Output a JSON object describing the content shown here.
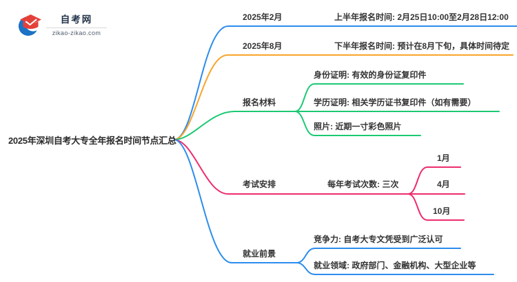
{
  "logo": {
    "site_name": "自考网",
    "site_url": "zikao-zikao.com",
    "icon": "graduation-cap-in-blue-crescent",
    "brand_blue": "#1c72c4",
    "brand_red": "#e4403a"
  },
  "colors": {
    "blue": "#2b8ced",
    "orange": "#f9a42a",
    "green": "#1bc972",
    "pink": "#ee2b6c",
    "text": "#333333"
  },
  "nodes": {
    "root": "2025年深圳自考大专全年报名时间节点汇总",
    "feb": {
      "label": "2025年2月",
      "child": "上半年报名时间: 2月25日10:00至2月28日12:00"
    },
    "aug": {
      "label": "2025年8月",
      "child": "下半年报名时间: 预计在8月下旬，具体时间待定"
    },
    "materials": {
      "label": "报名材料",
      "children": [
        "身份证明: 有效的身份证复印件",
        "学历证明: 相关学历证书复印件（如有需要）",
        "照片: 近期一寸彩色照片"
      ]
    },
    "exam": {
      "label": "考试安排",
      "count": "每年考试次数: 三次",
      "months": [
        "1月",
        "4月",
        "10月"
      ]
    },
    "career": {
      "label": "就业前景",
      "children": [
        "竞争力: 自考大专文凭受到广泛认可",
        "就业领域: 政府部门、金融机构、大型企业等"
      ]
    }
  }
}
